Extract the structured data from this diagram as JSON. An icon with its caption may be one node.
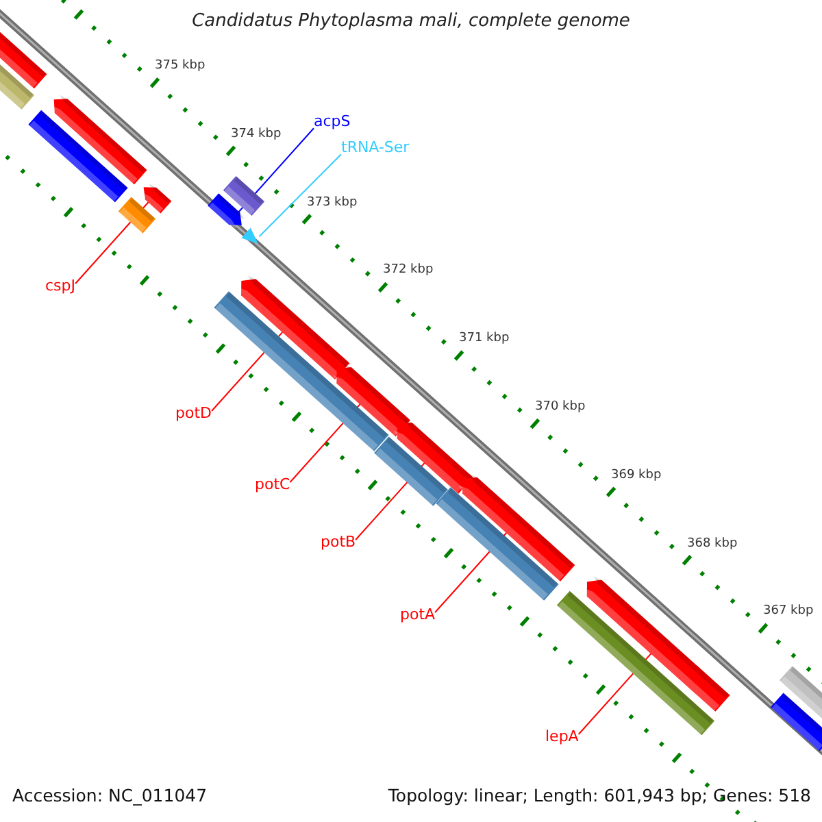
{
  "diagram": {
    "title": "Candidatus Phytoplasma mali, complete genome",
    "nodes": [
      {
        "text": [
          "acpS"
        ]
      },
      {
        "text": [
          "tRNA-Ser"
        ]
      },
      {
        "text": [
          "cspJ"
        ]
      },
      {
        "text": [
          "potD"
        ]
      },
      {
        "text": [
          "potC"
        ]
      },
      {
        "text": [
          "potB"
        ]
      },
      {
        "text": [
          "potA"
        ]
      },
      {
        "text": [
          "lepA"
        ]
      },
      {
        "text": [],
        "shape": "arrow"
      },
      {
        "text": [],
        "shape": "triangle"
      },
      {
        "text": [],
        "shape": "arrow"
      },
      {
        "text": [],
        "shape": "arrow"
      },
      {
        "text": [],
        "shape": "arrow"
      },
      {
        "text": [],
        "shape": "arrow"
      },
      {
        "text": [],
        "shape": "arrow"
      },
      {
        "text": [],
        "shape": "arrow"
      },
      {
        "text": [],
        "shape": "bar"
      },
      {
        "text": [],
        "shape": "bar"
      },
      {
        "text": [],
        "shape": "arrow"
      },
      {
        "text": [],
        "shape": "bar"
      },
      {
        "text": [],
        "shape": "bar"
      },
      {
        "text": [],
        "shape": "bar"
      },
      {
        "text": [],
        "shape": "bar"
      },
      {
        "text": [],
        "shape": "bar"
      },
      {
        "text": [],
        "shape": "bar"
      },
      {
        "text": [],
        "shape": "bar"
      },
      {
        "text": [],
        "shape": "bar"
      },
      {
        "text": [],
        "shape": "bar"
      }
    ],
    "edges": [
      {
        "from": 0,
        "to": 8,
        "arrow": "none",
        "color": "#0000ff"
      },
      {
        "from": 1,
        "to": 9,
        "arrow": "none",
        "color": "#33ccff"
      },
      {
        "from": 2,
        "to": 10,
        "arrow": "none"
      },
      {
        "from": 3,
        "to": 11,
        "arrow": "none"
      },
      {
        "from": 4,
        "to": 12,
        "arrow": "none"
      },
      {
        "from": 5,
        "to": 13,
        "arrow": "none"
      },
      {
        "from": 6,
        "to": 14,
        "arrow": "none"
      },
      {
        "from": 7,
        "to": 15,
        "arrow": "none"
      }
    ],
    "labels": [
      "375 kbp",
      "374 kbp",
      "373 kbp",
      "372 kbp",
      "371 kbp",
      "370 kbp",
      "369 kbp",
      "368 kbp",
      "367 kbp",
      "Accession: NC_011047",
      "Topology: linear; Length: 601,943 bp; Genes: 518"
    ]
  }
}
